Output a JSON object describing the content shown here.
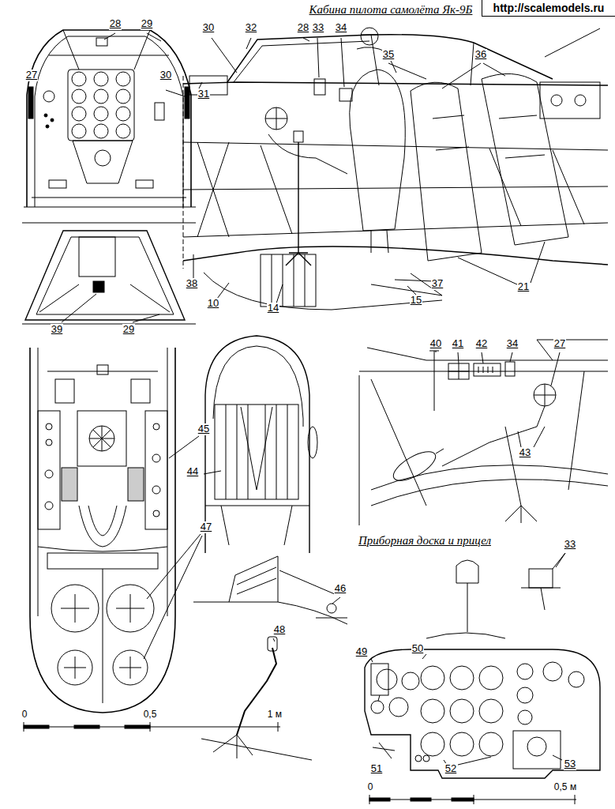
{
  "diagram": {
    "title": "Кабина пилота самолёта Як-9Б",
    "labels": [
      "http://scalemodels.ru",
      "28",
      "29",
      "27",
      "30",
      "30",
      "32",
      "28",
      "33",
      "34",
      "35",
      "36",
      "31",
      "38",
      "10",
      "14",
      "15",
      "37",
      "21",
      "39",
      "29",
      "40",
      "41",
      "42",
      "34",
      "27",
      "43",
      "44",
      "45",
      "47",
      "46",
      "48",
      "Приборная доска и прицел",
      "33",
      "49",
      "50",
      "51",
      "52",
      "53",
      "0",
      "0,5",
      "1 м",
      "0",
      "0,5 м"
    ]
  }
}
